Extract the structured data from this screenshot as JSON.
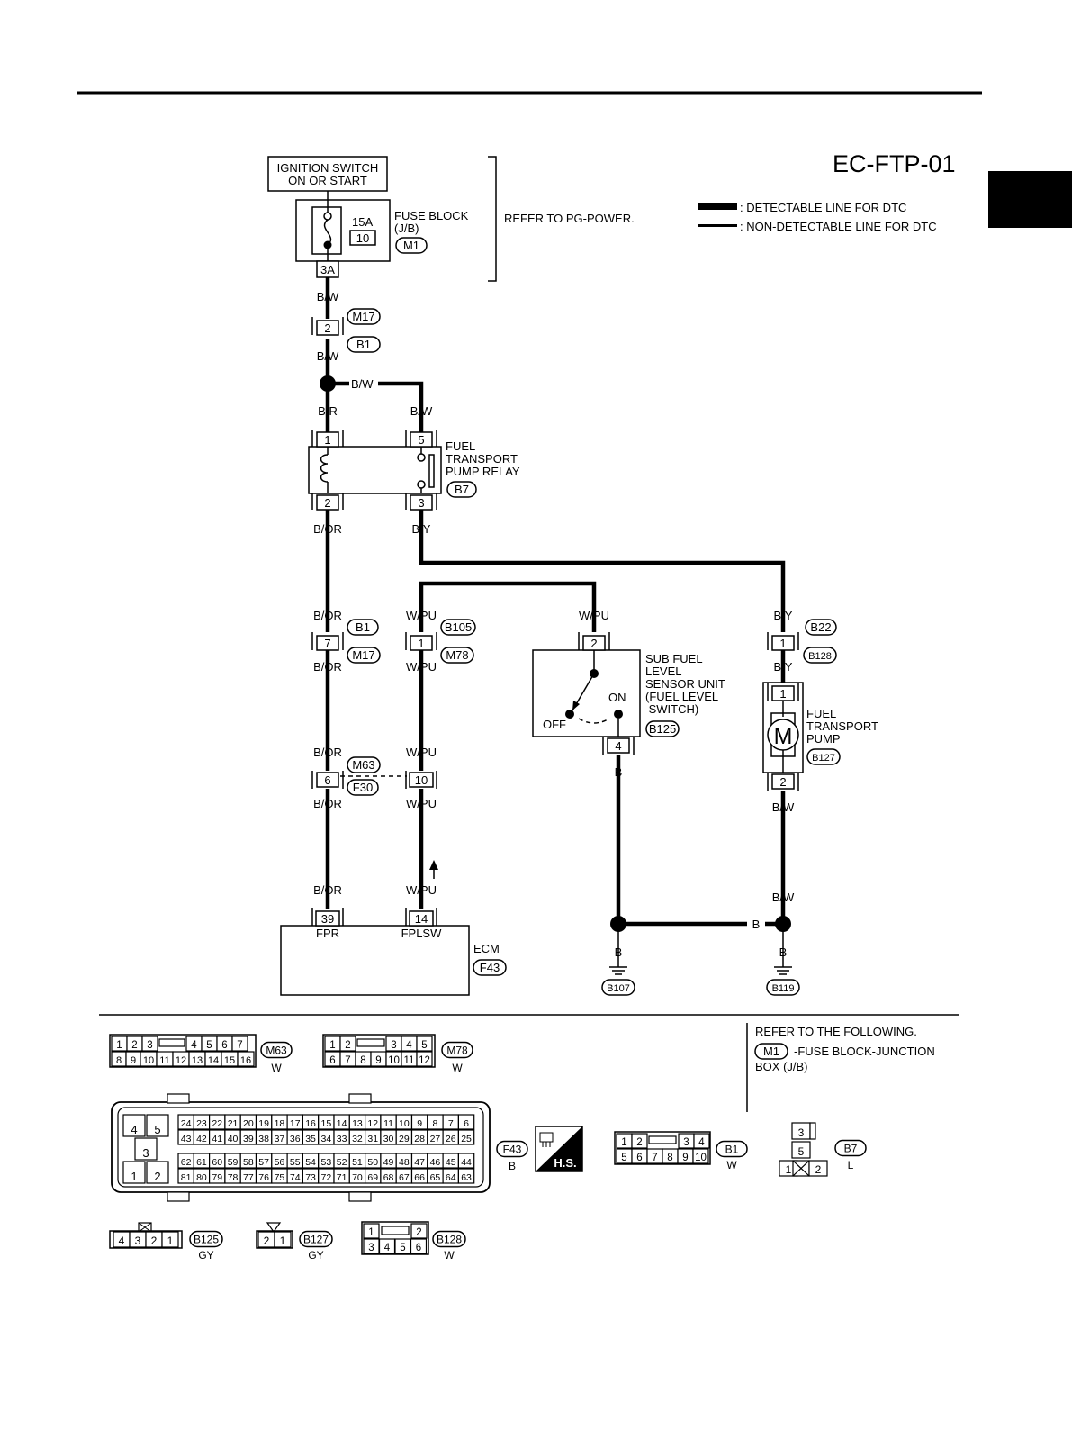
{
  "header": {
    "diagram_code": "EC-FTP-01"
  },
  "legend": {
    "detectable": ": DETECTABLE LINE FOR DTC",
    "non_detectable": ": NON-DETECTABLE LINE FOR DTC"
  },
  "power": {
    "ignition_line1": "IGNITION SWITCH",
    "ignition_line2": "ON OR START",
    "fuse_amp": "15A",
    "fuse_number": "10",
    "fuse_block_line1": "FUSE BLOCK",
    "fuse_block_line2": "(J/B)",
    "fuse_block_connector": "M1",
    "fuse_terminal": "3A",
    "refer": "REFER TO PG-POWER."
  },
  "wires": {
    "bw": "B/W",
    "br": "B/R",
    "bor": "B/OR",
    "by": "B/Y",
    "wpu": "W/PU",
    "b": "B"
  },
  "connectors": {
    "m17": "M17",
    "b1": "B1",
    "b7": "B7",
    "b105": "B105",
    "m78": "M78",
    "b22": "B22",
    "b128": "B128",
    "m63": "M63",
    "f30": "F30",
    "b125": "B125",
    "b127": "B127",
    "f43": "F43",
    "b107": "B107",
    "b119": "B119"
  },
  "terminals": {
    "t2": "2",
    "t1": "1",
    "t5": "5",
    "t3": "3",
    "t7": "7",
    "t4": "4",
    "t6": "6",
    "t10": "10",
    "t39": "39",
    "t14": "14"
  },
  "relay": {
    "line1": "FUEL",
    "line2": "TRANSPORT",
    "line3": "PUMP RELAY"
  },
  "sensor": {
    "line1": "SUB FUEL",
    "line2": "LEVEL",
    "line3": "SENSOR UNIT",
    "line4": "(FUEL LEVEL",
    "line5": " SWITCH)",
    "on": "ON",
    "off": "OFF"
  },
  "pump": {
    "line1": "FUEL",
    "line2": "TRANSPORT",
    "line3": "PUMP",
    "motor": "M"
  },
  "ecm": {
    "label": "ECM",
    "fpr": "FPR",
    "fplsw": "FPLSW"
  },
  "refer_box": {
    "line1": "REFER TO THE FOLLOWING.",
    "connector": "M1",
    "line2": "-FUSE BLOCK-JUNCTION",
    "line3": "BOX (J/B)"
  },
  "connector_faces": {
    "m63": {
      "id": "M63",
      "color": "W",
      "row1": [
        "1",
        "2",
        "3",
        "",
        "4",
        "5",
        "6",
        "7"
      ],
      "row2": [
        "8",
        "9",
        "10",
        "11",
        "12",
        "13",
        "14",
        "15",
        "16"
      ]
    },
    "m78": {
      "id": "M78",
      "color": "W",
      "row1": [
        "1",
        "2",
        "",
        "3",
        "4",
        "5"
      ],
      "row2": [
        "6",
        "7",
        "8",
        "9",
        "10",
        "11",
        "12"
      ]
    },
    "f43": {
      "id": "F43",
      "color": "B",
      "left": [
        "4",
        "5",
        "3",
        "1",
        "2"
      ],
      "row1": [
        "24",
        "23",
        "22",
        "21",
        "20",
        "19",
        "18",
        "17",
        "16",
        "15",
        "14",
        "13",
        "12",
        "11",
        "10",
        "9",
        "8",
        "7",
        "6"
      ],
      "row2": [
        "43",
        "42",
        "41",
        "40",
        "39",
        "38",
        "37",
        "36",
        "35",
        "34",
        "33",
        "32",
        "31",
        "30",
        "29",
        "28",
        "27",
        "26",
        "25"
      ],
      "row3": [
        "62",
        "61",
        "60",
        "59",
        "58",
        "57",
        "56",
        "55",
        "54",
        "53",
        "52",
        "51",
        "50",
        "49",
        "48",
        "47",
        "46",
        "45",
        "44"
      ],
      "row4": [
        "81",
        "80",
        "79",
        "78",
        "77",
        "76",
        "75",
        "74",
        "73",
        "72",
        "71",
        "70",
        "69",
        "68",
        "67",
        "66",
        "65",
        "64",
        "63"
      ],
      "hs": "H.S."
    },
    "b1": {
      "id": "B1",
      "color": "W",
      "row1": [
        "1",
        "2",
        "",
        "3",
        "4"
      ],
      "row2": [
        "5",
        "6",
        "7",
        "8",
        "9",
        "10"
      ]
    },
    "b7": {
      "id": "B7",
      "color": "L",
      "cells": [
        "3",
        "5",
        "1",
        "2"
      ]
    },
    "b125": {
      "id": "B125",
      "color": "GY",
      "row1": [
        "4",
        "3",
        "2",
        "1"
      ]
    },
    "b127": {
      "id": "B127",
      "color": "GY",
      "row1": [
        "2",
        "1"
      ]
    },
    "b128": {
      "id": "B128",
      "color": "W",
      "row1": [
        "1",
        "",
        "2"
      ],
      "row2": [
        "3",
        "4",
        "5",
        "6"
      ]
    }
  }
}
